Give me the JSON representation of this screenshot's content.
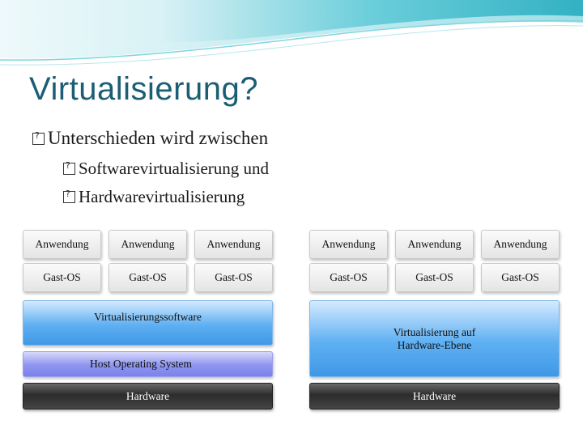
{
  "slide": {
    "title": "Virtualisierung?",
    "bullets": [
      {
        "level": 1,
        "text": "Unterschieden wird zwischen"
      },
      {
        "level": 2,
        "text": "Softwarevirtualisierung und"
      },
      {
        "level": 2,
        "text": "Hardwarevirtualisierung"
      }
    ]
  },
  "diagram_left": {
    "applications": [
      "Anwendung",
      "Anwendung",
      "Anwendung"
    ],
    "guest_os": [
      "Gast-OS",
      "Gast-OS",
      "Gast-OS"
    ],
    "virtualization_layer": "Virtualisierungssoftware",
    "host_os": "Host Operating System",
    "hardware": "Hardware"
  },
  "diagram_right": {
    "applications": [
      "Anwendung",
      "Anwendung",
      "Anwendung"
    ],
    "guest_os": [
      "Gast-OS",
      "Gast-OS",
      "Gast-OS"
    ],
    "virtualization_layer": "Virtualisierung auf Hardware-Ebene",
    "hardware": "Hardware"
  },
  "colors": {
    "title": "#1b5e73",
    "header_teal": "#2bb7c9",
    "virtualization_blue": "#4ea6ee",
    "host_os_purple": "#8a90ee",
    "hardware_dark": "#333333"
  }
}
